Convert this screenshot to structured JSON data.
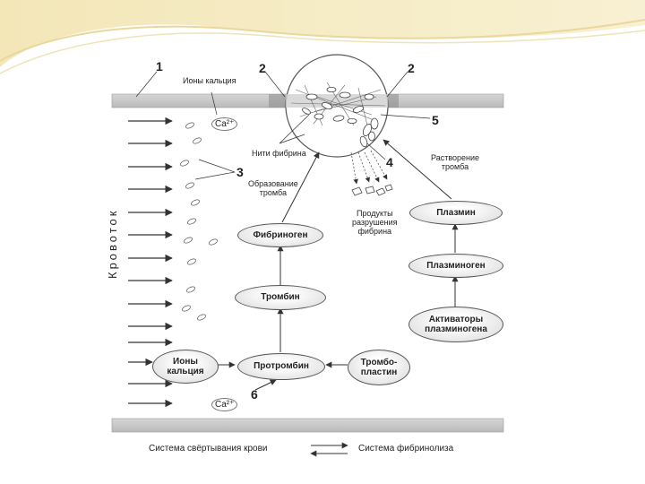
{
  "labels": {
    "n1": "1",
    "n2a": "2",
    "n2b": "2",
    "n3": "3",
    "n4": "4",
    "n5": "5",
    "n6": "6",
    "calcium_ions_top": "Ионы кальция",
    "ca_top": "Ca²⁺",
    "ca_bottom": "Ca²⁺",
    "fibrin_threads": "Нити фибрина",
    "clot_formation": "Образование\nтромба",
    "fibrin_products": "Продукты\nразрушения\nфибрина",
    "clot_dissolution": "Растворение\nтромба",
    "bloodstream": "Кровоток"
  },
  "nodes": {
    "fibrinogen": "Фибриноген",
    "thrombin": "Тромбин",
    "prothrombin": "Протромбин",
    "calcium_ions": "Ионы\nкальция",
    "thromboplastin": "Тромбо-\nпластин",
    "plasmin": "Плазмин",
    "plasminogen": "Плазминоген",
    "activators": "Активаторы\nплазминогена"
  },
  "legend": {
    "coagulation": "Система свёртывания крови",
    "fibrinolysis": "Система фибринолиза"
  }
}
